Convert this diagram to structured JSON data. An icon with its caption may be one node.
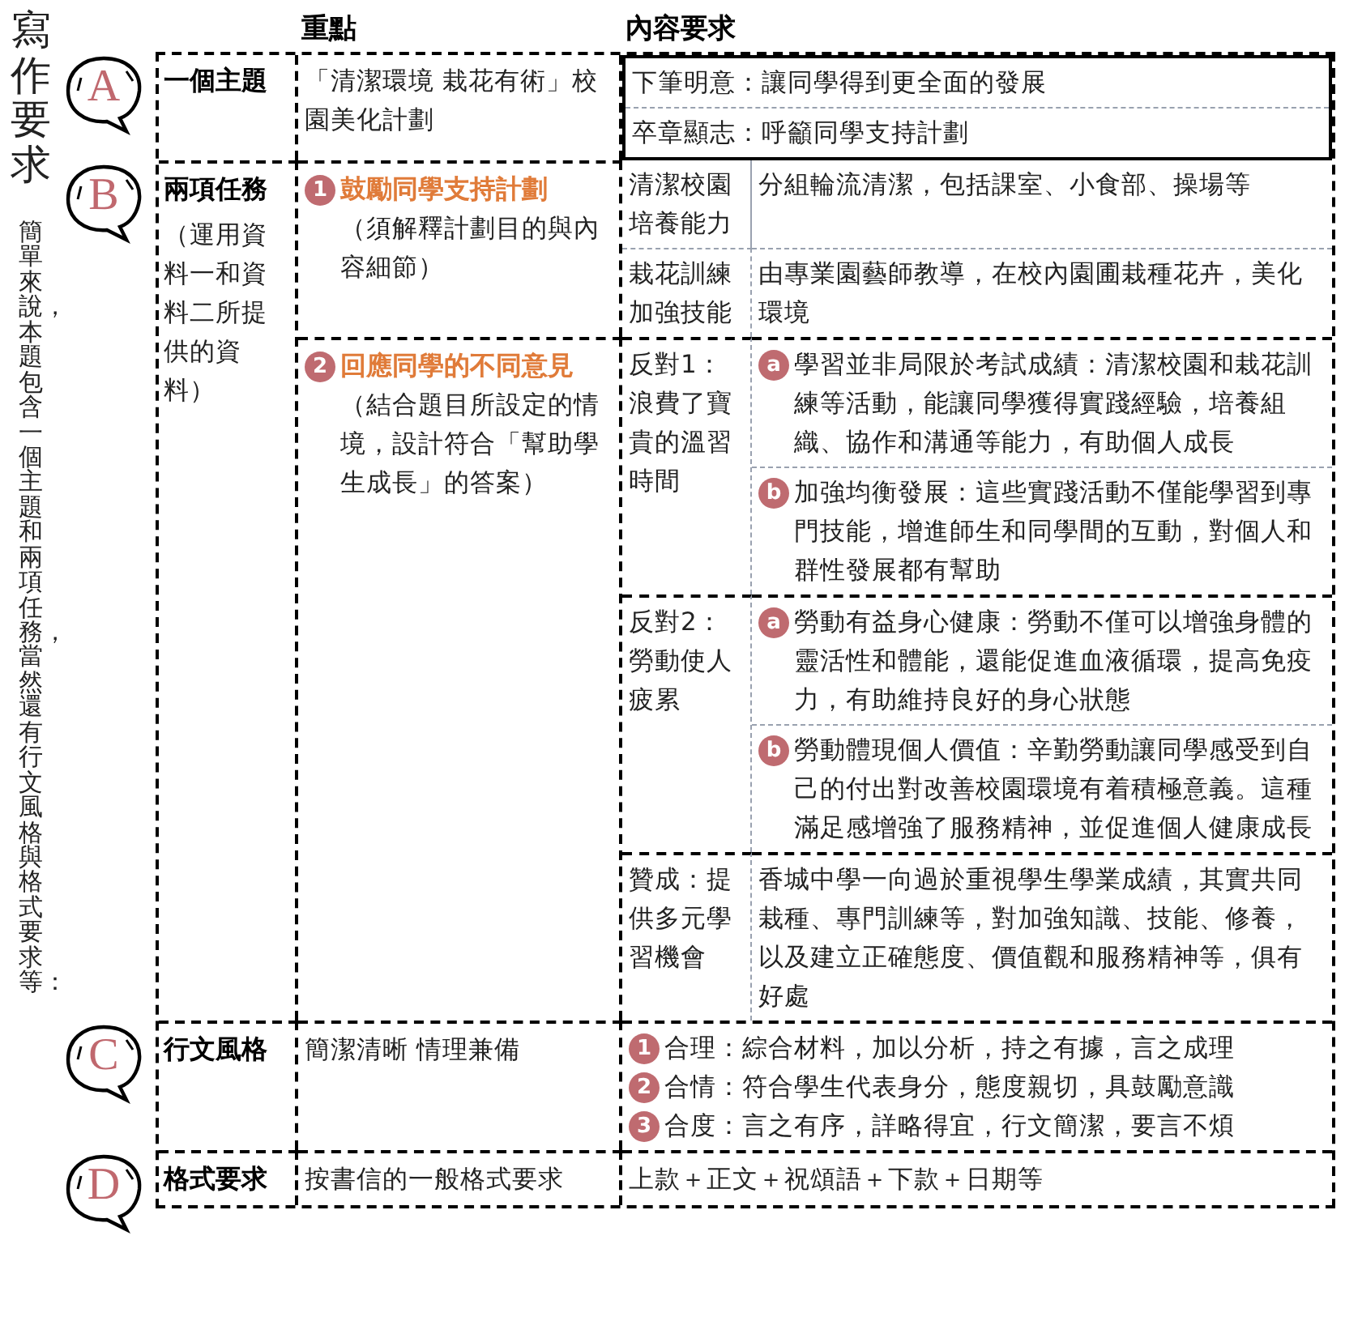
{
  "diagram": {
    "title": "寫作要求",
    "nodes": [
      {
        "text": [
          "A"
        ]
      },
      {
        "text": [
          "B"
        ]
      },
      {
        "text": [
          "C"
        ]
      },
      {
        "text": [
          "D"
        ]
      }
    ],
    "labels": [
      "簡單來說，本題包含一個主題和兩項任務，當然還有行文風格與格式要求等：",
      "重點",
      "內容要求",
      "一個主題",
      "「清潔環境 栽花有術」校園美化計劃",
      "下筆明意：讓同學得到更全面的發展",
      "卒章顯志：呼籲同學支持計劃",
      "兩項任務",
      "（運用資料一和資料二所提供的資料）",
      "1",
      "鼓勵同學支持計劃",
      "（須解釋計劃目的與內容細節）",
      "清潔校園培養能力",
      "分組輪流清潔，包括課室、小食部、操場等",
      "栽花訓練加強技能",
      "由專業園藝師教導，在校內園圃栽種花卉，美化環境",
      "2",
      "回應同學的不同意見",
      "（結合題目所設定的情境，設計符合「幫助學生成長」的答案）",
      "反對1：浪費了寶貴的溫習時間",
      "a",
      "學習並非局限於考試成績：清潔校園和栽花訓練等活動，能讓同學獲得實踐經驗，培養組織、協作和溝通等能力，有助個人成長",
      "b",
      "加強均衡發展：這些實踐活動不僅能學習到專門技能，增進師生和同學間的互動，對個人和群性發展都有幫助",
      "反對2：勞動使人疲累",
      "a",
      "勞動有益身心健康：勞動不僅可以增強身體的靈活性和體能，還能促進血液循環，提高免疫力，有助維持良好的身心狀態",
      "b",
      "勞動體現個人價值：辛勤勞動讓同學感受到自己的付出對改善校園環境有着積極意義。這種滿足感增強了服務精神，並促進個人健康成長",
      "贊成：提供多元學習機會",
      "香城中學一向過於重視學生學業成績，其實共同栽種、專門訓練等，對加強知識、技能、修養，以及建立正確態度、價值觀和服務精神等，俱有好處",
      "行文風格",
      "簡潔清晰 情理兼備",
      "1",
      "合理：綜合材料，加以分析，持之有據，言之成理",
      "2",
      "合情：符合學生代表身分，態度親切，具鼓勵意識",
      "3",
      "合度：言之有序，詳略得宜，行文簡潔，要言不煩",
      "格式要求",
      "按書信的一般格式要求",
      "上款＋正文＋祝頌語＋下款＋日期等"
    ]
  }
}
